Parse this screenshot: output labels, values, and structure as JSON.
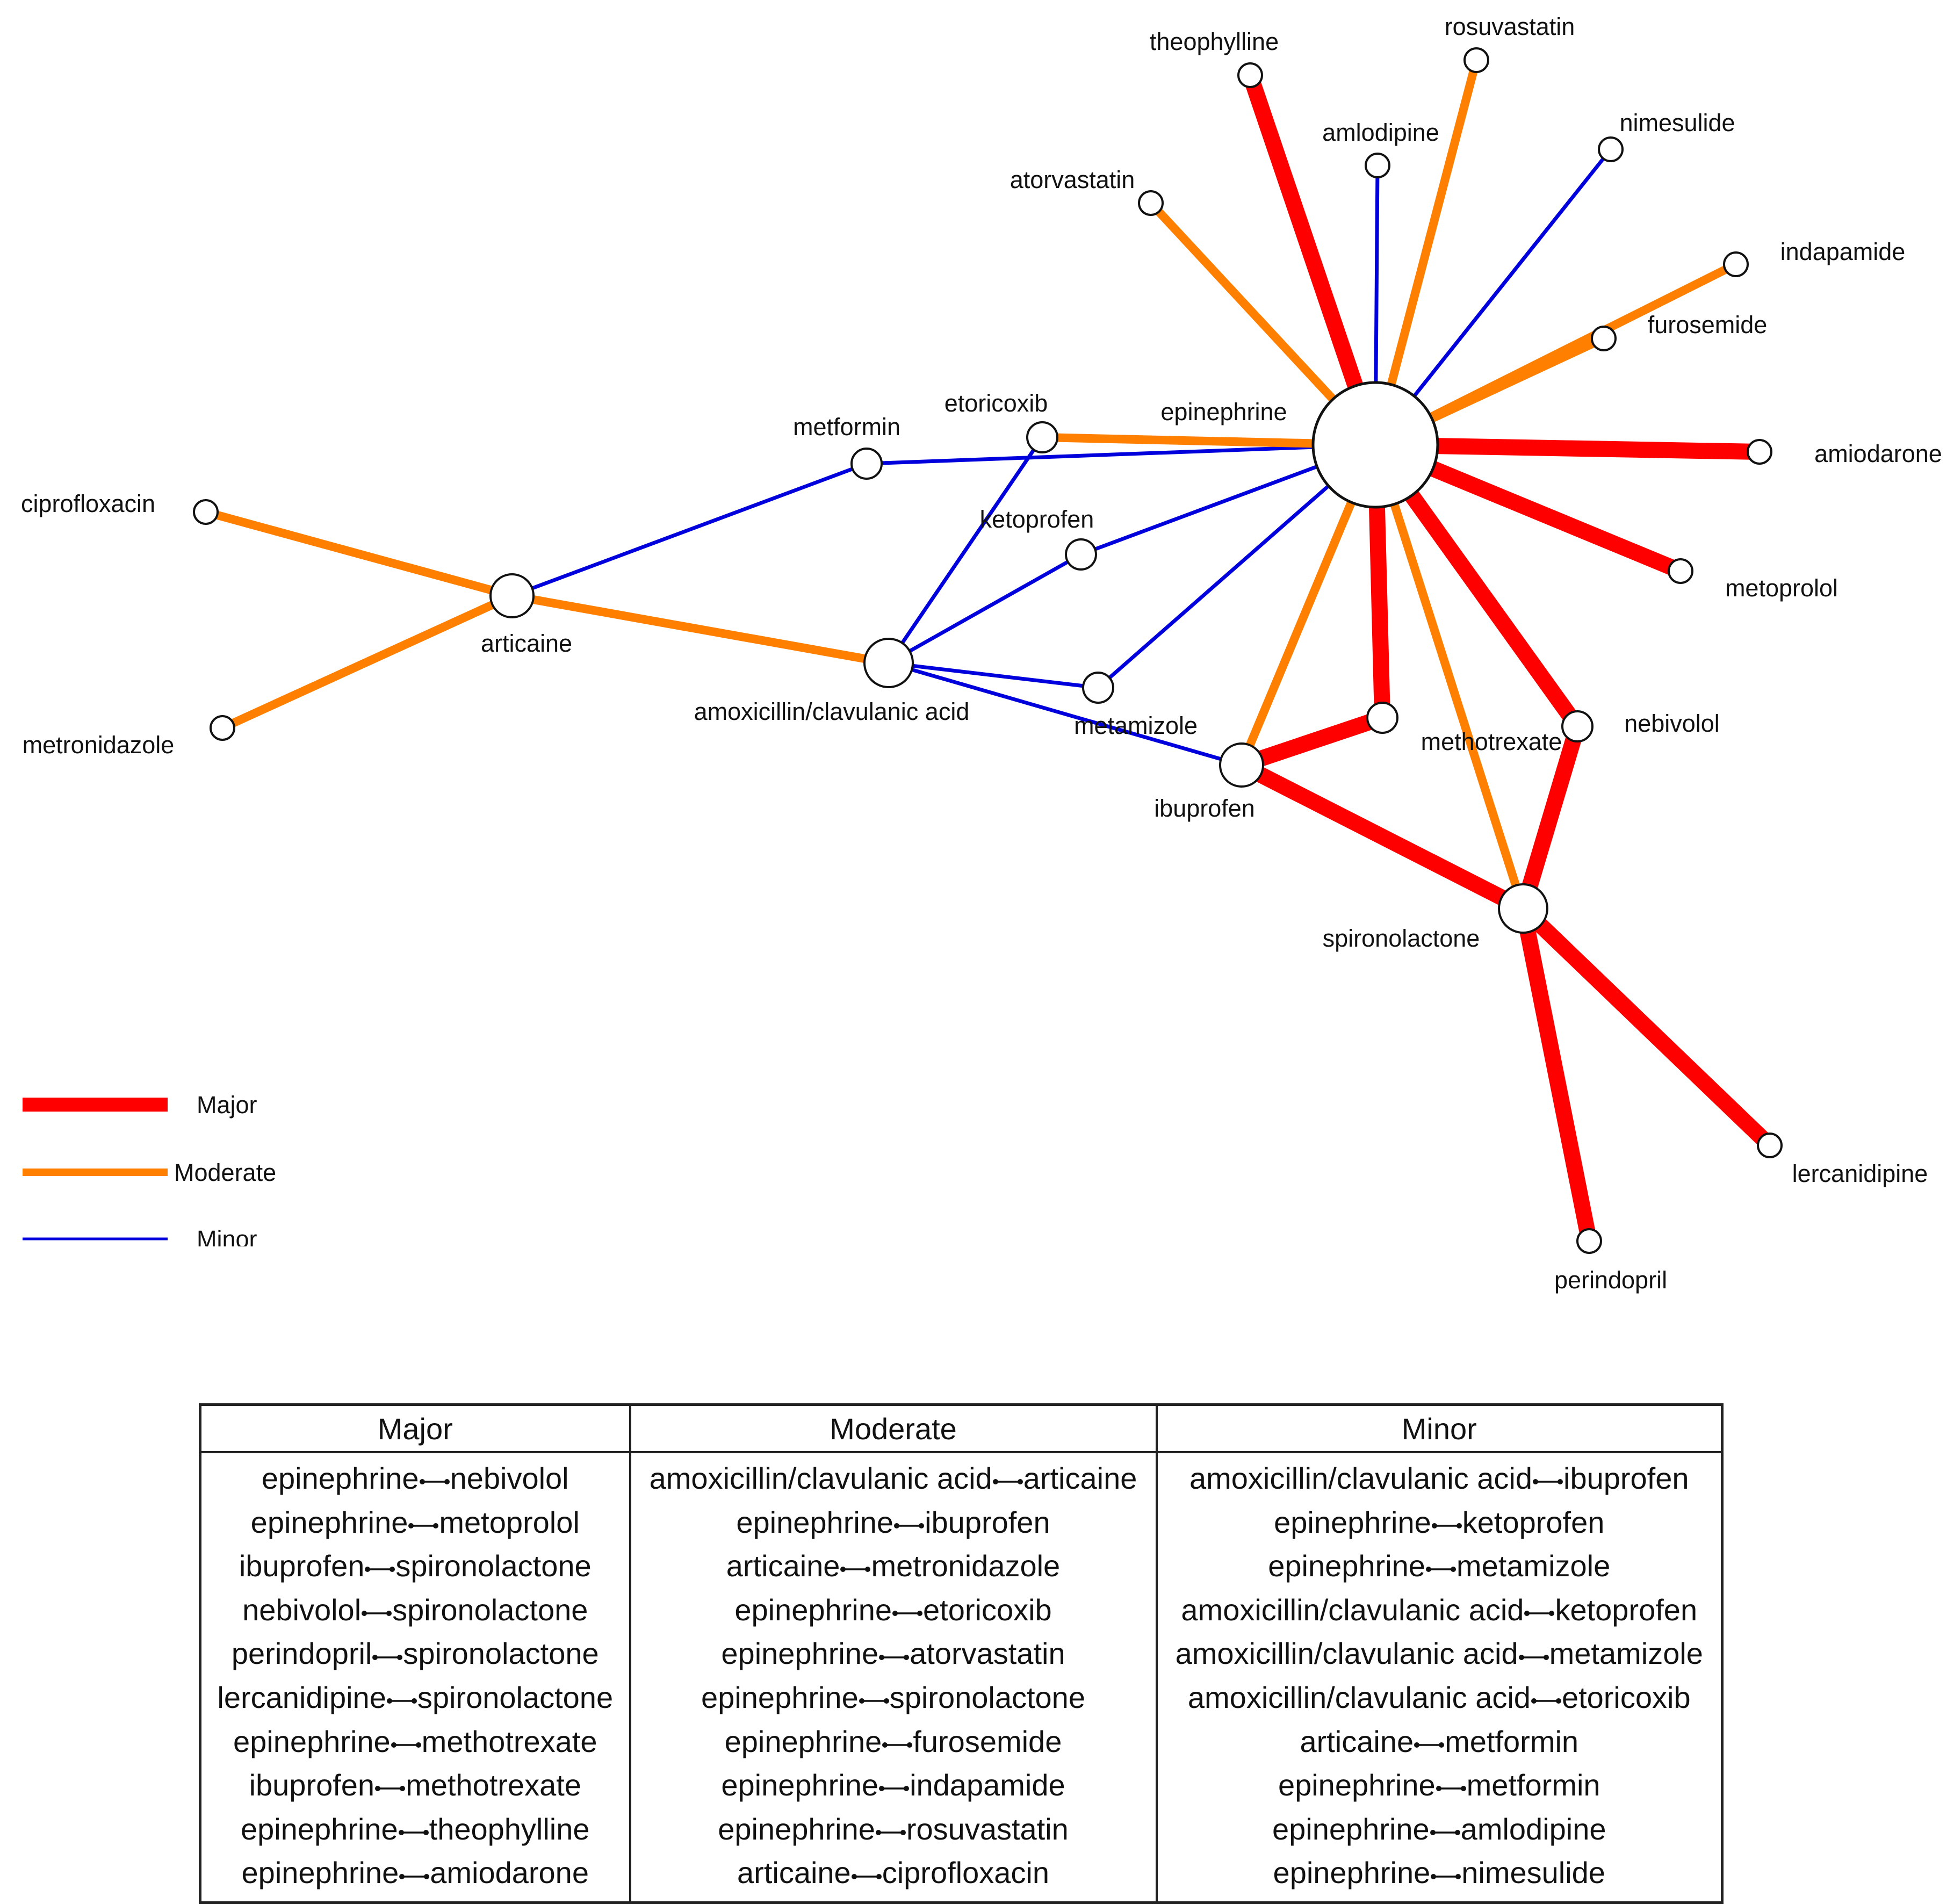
{
  "colors": {
    "major": "#ff0000",
    "moderate": "#ff8000",
    "minor": "#0000dd",
    "node_fill": "#ffffff",
    "node_stroke": "#111111"
  },
  "legend": [
    {
      "key": "major",
      "label": "Major"
    },
    {
      "key": "moderate",
      "label": "Moderate"
    },
    {
      "key": "minor",
      "label": "Minor"
    }
  ],
  "nodes": [
    {
      "id": "epinephrine",
      "label": "epinephrine"
    },
    {
      "id": "theophylline",
      "label": "theophylline"
    },
    {
      "id": "rosuvastatin",
      "label": "rosuvastatin"
    },
    {
      "id": "amlodipine",
      "label": "amlodipine"
    },
    {
      "id": "nimesulide",
      "label": "nimesulide"
    },
    {
      "id": "atorvastatin",
      "label": "atorvastatin"
    },
    {
      "id": "indapamide",
      "label": "indapamide"
    },
    {
      "id": "furosemide",
      "label": "furosemide"
    },
    {
      "id": "amiodarone",
      "label": "amiodarone"
    },
    {
      "id": "metoprolol",
      "label": "metoprolol"
    },
    {
      "id": "nebivolol",
      "label": "nebivolol"
    },
    {
      "id": "methotrexate",
      "label": "methotrexate"
    },
    {
      "id": "ibuprofen",
      "label": "ibuprofen"
    },
    {
      "id": "spironolactone",
      "label": "spironolactone"
    },
    {
      "id": "lercanidipine",
      "label": "lercanidipine"
    },
    {
      "id": "perindopril",
      "label": "perindopril"
    },
    {
      "id": "etoricoxib",
      "label": "etoricoxib"
    },
    {
      "id": "metformin",
      "label": "metformin"
    },
    {
      "id": "ketoprofen",
      "label": "ketoprofen"
    },
    {
      "id": "metamizole",
      "label": "metamizole"
    },
    {
      "id": "amoxicillin",
      "label": "amoxicillin/clavulanic acid"
    },
    {
      "id": "articaine",
      "label": "articaine"
    },
    {
      "id": "ciprofloxacin",
      "label": "ciprofloxacin"
    },
    {
      "id": "metronidazole",
      "label": "metronidazole"
    }
  ],
  "edges": [
    {
      "source": "epinephrine",
      "target": "nebivolol",
      "severity": "major"
    },
    {
      "source": "epinephrine",
      "target": "metoprolol",
      "severity": "major"
    },
    {
      "source": "ibuprofen",
      "target": "spironolactone",
      "severity": "major"
    },
    {
      "source": "nebivolol",
      "target": "spironolactone",
      "severity": "major"
    },
    {
      "source": "perindopril",
      "target": "spironolactone",
      "severity": "major"
    },
    {
      "source": "lercanidipine",
      "target": "spironolactone",
      "severity": "major"
    },
    {
      "source": "epinephrine",
      "target": "methotrexate",
      "severity": "major"
    },
    {
      "source": "ibuprofen",
      "target": "methotrexate",
      "severity": "major"
    },
    {
      "source": "epinephrine",
      "target": "theophylline",
      "severity": "major"
    },
    {
      "source": "epinephrine",
      "target": "amiodarone",
      "severity": "major"
    },
    {
      "source": "amoxicillin",
      "target": "articaine",
      "severity": "moderate"
    },
    {
      "source": "epinephrine",
      "target": "ibuprofen",
      "severity": "moderate"
    },
    {
      "source": "articaine",
      "target": "metronidazole",
      "severity": "moderate"
    },
    {
      "source": "epinephrine",
      "target": "etoricoxib",
      "severity": "moderate"
    },
    {
      "source": "epinephrine",
      "target": "atorvastatin",
      "severity": "moderate"
    },
    {
      "source": "epinephrine",
      "target": "spironolactone",
      "severity": "moderate"
    },
    {
      "source": "epinephrine",
      "target": "furosemide",
      "severity": "moderate"
    },
    {
      "source": "epinephrine",
      "target": "indapamide",
      "severity": "moderate"
    },
    {
      "source": "epinephrine",
      "target": "rosuvastatin",
      "severity": "moderate"
    },
    {
      "source": "articaine",
      "target": "ciprofloxacin",
      "severity": "moderate"
    },
    {
      "source": "amoxicillin",
      "target": "ibuprofen",
      "severity": "minor"
    },
    {
      "source": "epinephrine",
      "target": "ketoprofen",
      "severity": "minor"
    },
    {
      "source": "epinephrine",
      "target": "metamizole",
      "severity": "minor"
    },
    {
      "source": "amoxicillin",
      "target": "ketoprofen",
      "severity": "minor"
    },
    {
      "source": "amoxicillin",
      "target": "metamizole",
      "severity": "minor"
    },
    {
      "source": "amoxicillin",
      "target": "etoricoxib",
      "severity": "minor"
    },
    {
      "source": "articaine",
      "target": "metformin",
      "severity": "minor"
    },
    {
      "source": "epinephrine",
      "target": "metformin",
      "severity": "minor"
    },
    {
      "source": "epinephrine",
      "target": "amlodipine",
      "severity": "minor"
    },
    {
      "source": "epinephrine",
      "target": "nimesulide",
      "severity": "minor"
    }
  ],
  "table": {
    "headers": [
      "Major",
      "Moderate",
      "Minor"
    ],
    "columns": [
      [
        [
          "epinephrine",
          "nebivolol"
        ],
        [
          "epinephrine",
          "metoprolol"
        ],
        [
          "ibuprofen",
          "spironolactone"
        ],
        [
          "nebivolol",
          "spironolactone"
        ],
        [
          "perindopril",
          "spironolactone"
        ],
        [
          "lercanidipine",
          "spironolactone"
        ],
        [
          "epinephrine",
          "methotrexate"
        ],
        [
          "ibuprofen",
          "methotrexate"
        ],
        [
          "epinephrine",
          "theophylline"
        ],
        [
          "epinephrine",
          "amiodarone"
        ]
      ],
      [
        [
          "amoxicillin/clavulanic acid",
          "articaine"
        ],
        [
          "epinephrine",
          "ibuprofen"
        ],
        [
          "articaine",
          "metronidazole"
        ],
        [
          "epinephrine",
          "etoricoxib"
        ],
        [
          "epinephrine",
          "atorvastatin"
        ],
        [
          "epinephrine",
          "spironolactone"
        ],
        [
          "epinephrine",
          "furosemide"
        ],
        [
          "epinephrine",
          "indapamide"
        ],
        [
          "epinephrine",
          "rosuvastatin"
        ],
        [
          "articaine",
          "ciprofloxacin"
        ]
      ],
      [
        [
          "amoxicillin/clavulanic acid",
          "ibuprofen"
        ],
        [
          "epinephrine",
          "ketoprofen"
        ],
        [
          "epinephrine",
          "metamizole"
        ],
        [
          "amoxicillin/clavulanic acid",
          "ketoprofen"
        ],
        [
          "amoxicillin/clavulanic acid",
          "metamizole"
        ],
        [
          "amoxicillin/clavulanic acid",
          "etoricoxib"
        ],
        [
          "articaine",
          "metformin"
        ],
        [
          "epinephrine",
          "metformin"
        ],
        [
          "epinephrine",
          "amlodipine"
        ],
        [
          "epinephrine",
          "nimesulide"
        ]
      ]
    ]
  }
}
